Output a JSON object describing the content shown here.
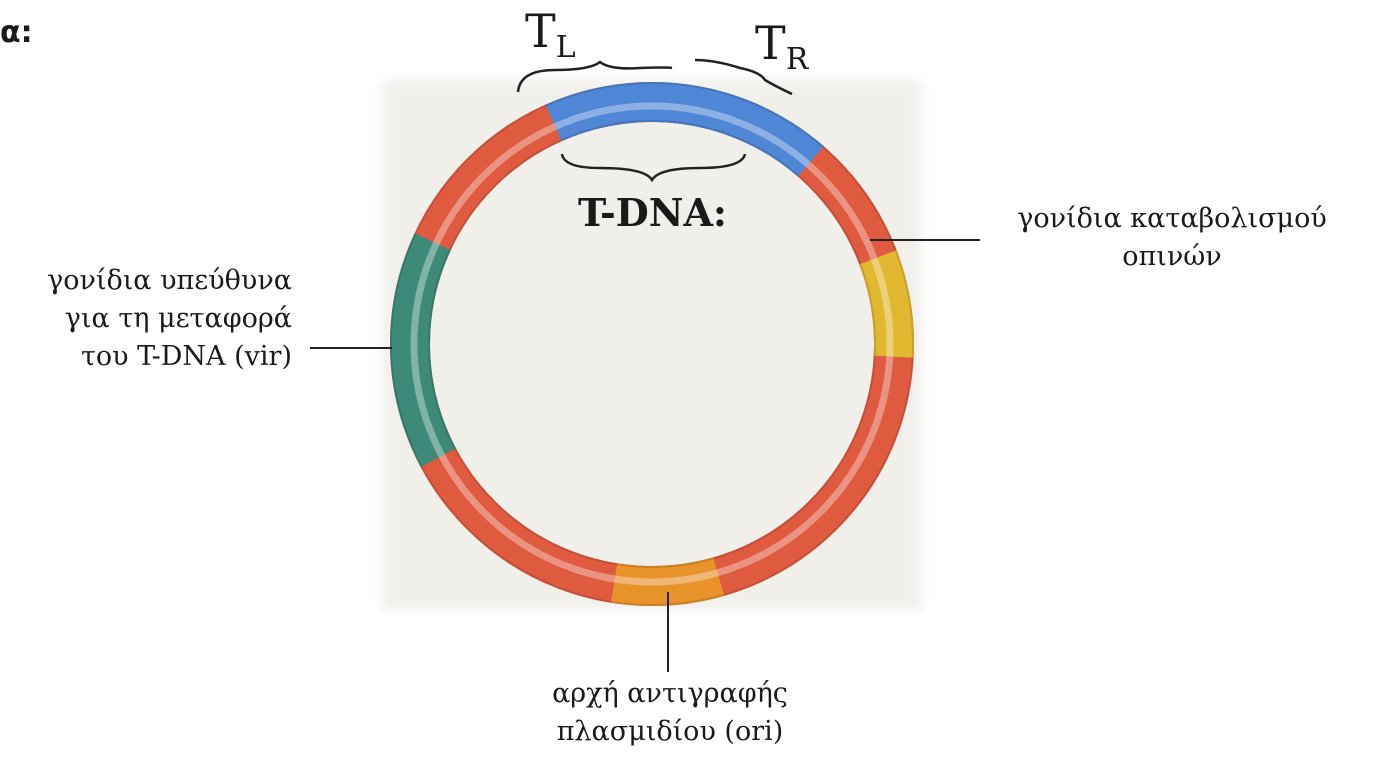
{
  "panel_label": "α:",
  "tdna_label": "T-DNA:",
  "border_left": {
    "letter": "T",
    "subscript": "L"
  },
  "border_right": {
    "letter": "T",
    "subscript": "R"
  },
  "vir_label": [
    "γονίδια υπεύθυνα",
    "για τη μεταφορά",
    "του T-DNA (vir)"
  ],
  "opine_label": [
    "γονίδια καταβολισμού",
    "οπινών"
  ],
  "ori_label": [
    "αρχή αντιγραφής",
    "πλασμιδίου (ori)"
  ],
  "colors": {
    "backbone": "#e05a3f",
    "tdna": "#4f86d6",
    "vir": "#3e8a78",
    "opine": "#e2b730",
    "ori": "#e8922a",
    "photo_bg": "#f1efea",
    "line": "#222222"
  },
  "segments": [
    {
      "name": "t-dna-segment",
      "color_key": "tdna",
      "from_deg": -114,
      "to_deg": -49
    },
    {
      "name": "opine-segment",
      "color_key": "opine",
      "from_deg": -21,
      "to_deg": 3
    },
    {
      "name": "ori-segment",
      "color_key": "ori",
      "from_deg": 74,
      "to_deg": 99
    },
    {
      "name": "vir-segment",
      "color_key": "vir",
      "from_deg": 152,
      "to_deg": 205
    }
  ]
}
